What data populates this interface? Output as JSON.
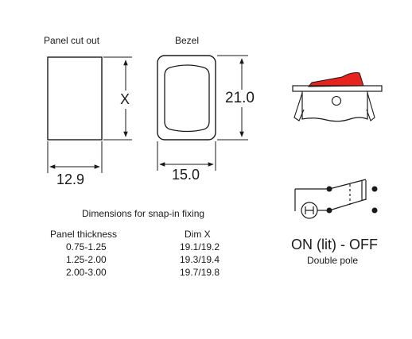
{
  "labels": {
    "panel_cut_out": "Panel cut out",
    "bezel": "Bezel",
    "dim_x": "X",
    "dim_height": "21.0",
    "dim_panel_width": "12.9",
    "dim_bezel_width": "15.0"
  },
  "snap_in": {
    "heading": "Dimensions for snap-in fixing",
    "col_thickness": "Panel thickness",
    "col_dim": "Dim X",
    "rows": [
      {
        "thickness": "0.75-1.25",
        "dim": "19.1/19.2"
      },
      {
        "thickness": "1.25-2.00",
        "dim": "19.3/19.4"
      },
      {
        "thickness": "2.00-3.00",
        "dim": "19.7/19.8"
      }
    ]
  },
  "switch": {
    "function": "ON (lit) - OFF",
    "poles": "Double pole",
    "rocker_color": "#e8231e"
  }
}
